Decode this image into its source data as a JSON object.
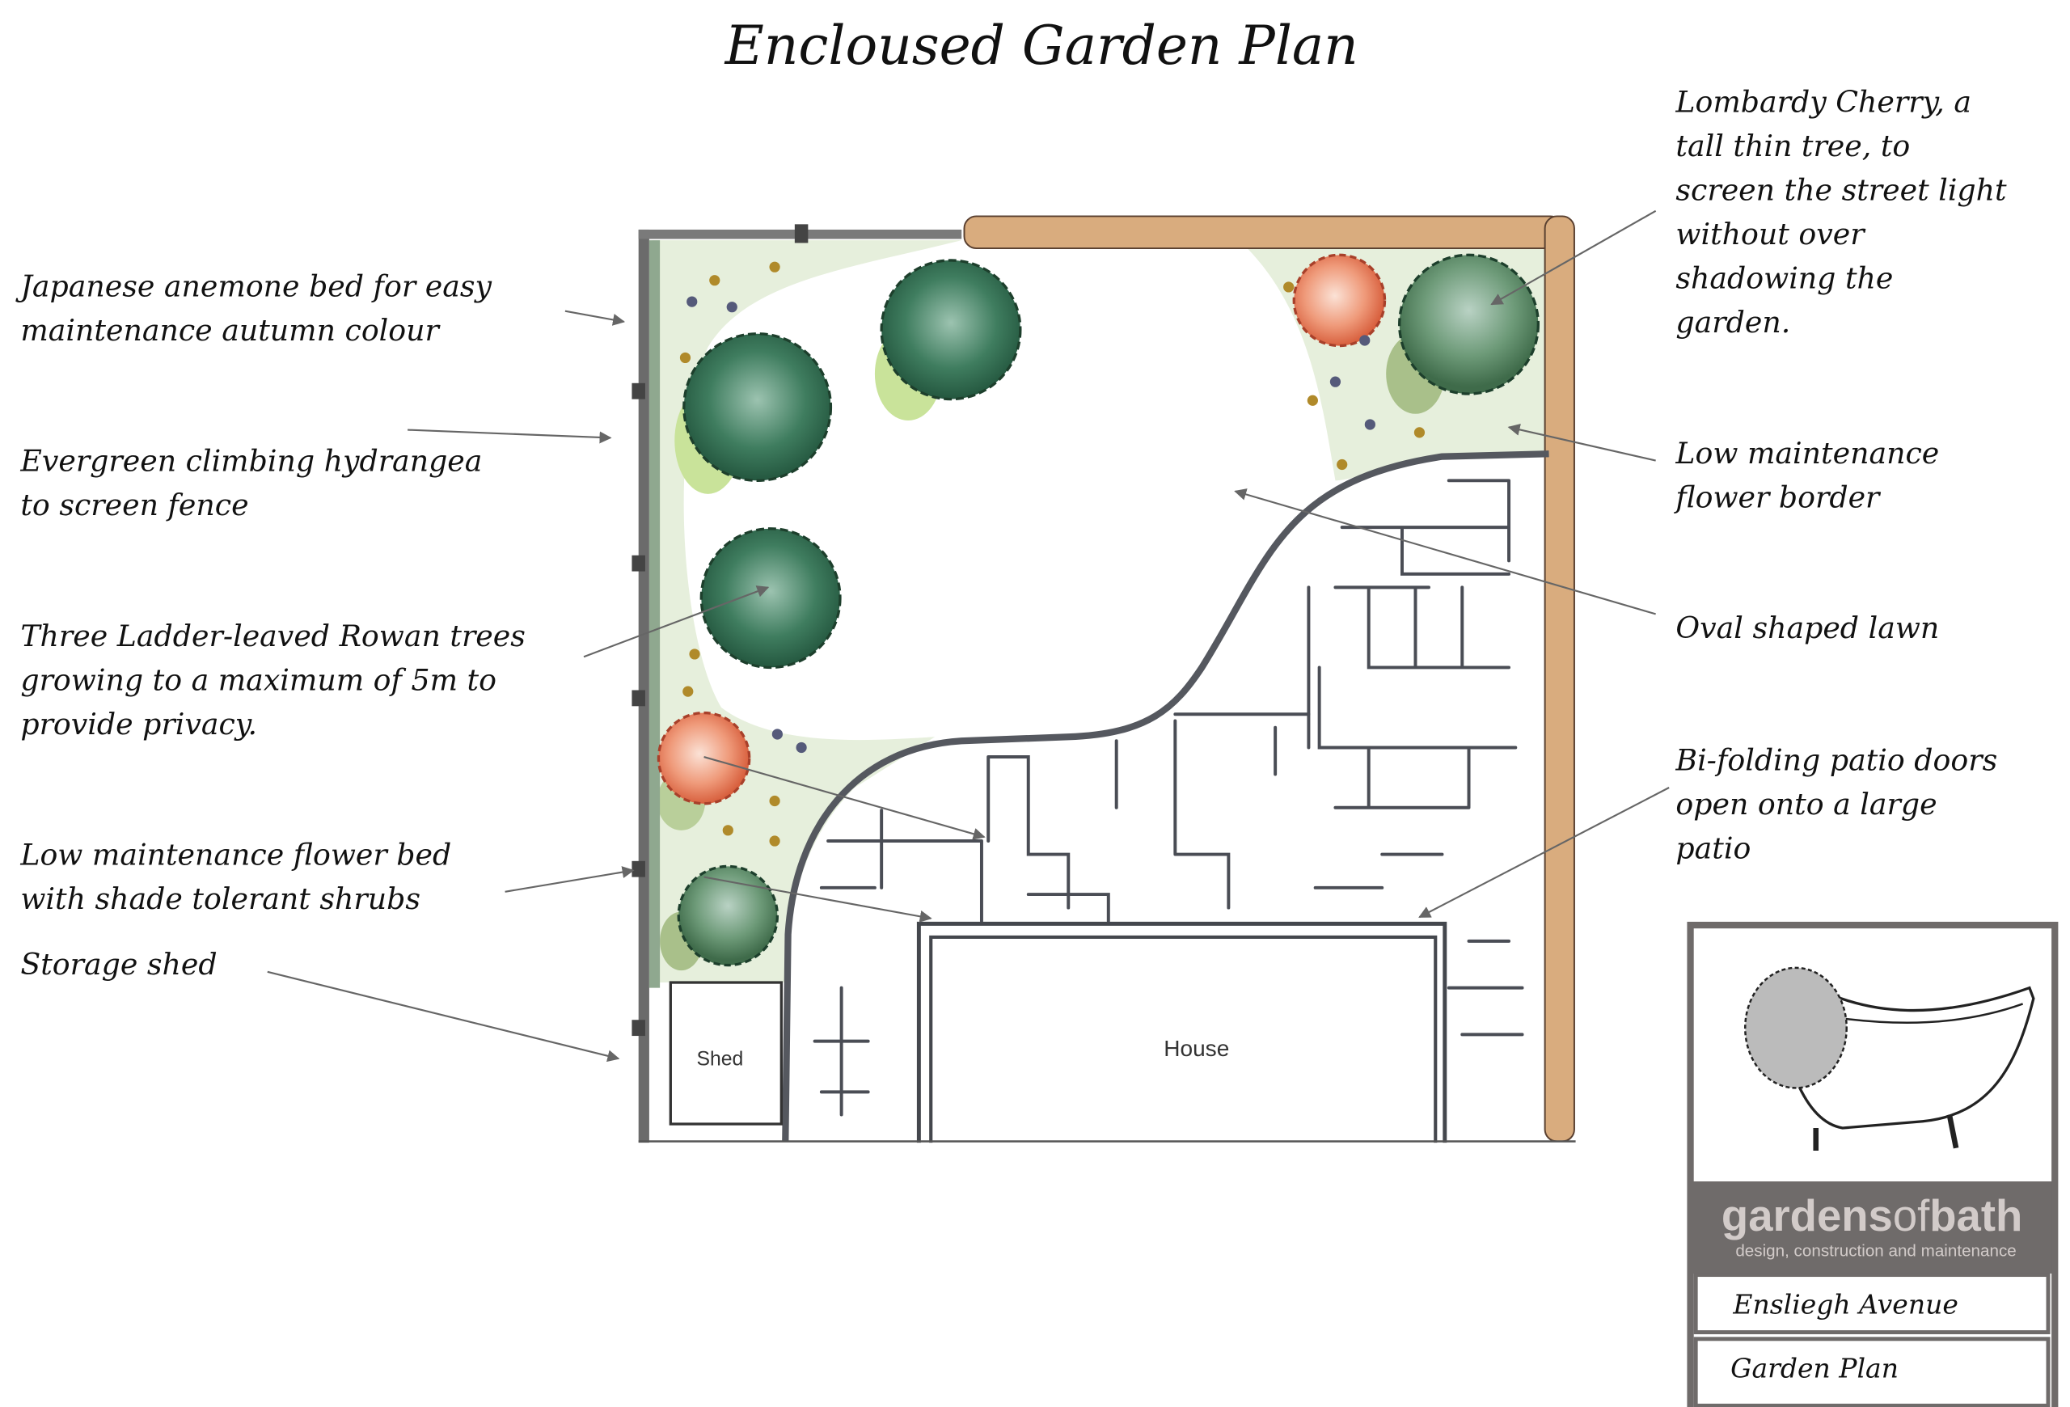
{
  "title": "Encloused Garden Plan",
  "plan": {
    "shed_label": "Shed",
    "house_label": "House"
  },
  "annotations": {
    "left": [
      {
        "lines": [
          "Japanese anemone bed for easy",
          "maintenance autumn colour"
        ]
      },
      {
        "lines": [
          "Evergreen climbing hydrangea",
          "to screen fence"
        ]
      },
      {
        "lines": [
          "Three Ladder-leaved Rowan trees",
          "growing to a maximum of 5m to",
          "provide privacy."
        ]
      },
      {
        "lines": [
          "Low maintenance flower bed",
          "with shade tolerant shrubs"
        ]
      },
      {
        "lines": [
          "Storage shed"
        ]
      }
    ],
    "right": [
      {
        "lines": [
          "Lombardy Cherry, a",
          "tall thin tree, to",
          "screen the street light",
          "without over",
          "shadowing the",
          "garden."
        ]
      },
      {
        "lines": [
          "Low maintenance",
          "flower border"
        ]
      },
      {
        "lines": [
          "Oval shaped lawn"
        ]
      },
      {
        "lines": [
          "Bi-folding patio doors",
          "open onto a large",
          "patio"
        ]
      }
    ]
  },
  "title_block": {
    "brand": "gardensofbath",
    "brand_parts": [
      "gardens",
      "of",
      "bath"
    ],
    "tagline": "design, construction and maintenance",
    "project": "Ensliegh Avenue",
    "sheet": "Garden Plan"
  },
  "colors": {
    "tree_dark": "#2f6b4f",
    "tree_light": "#5f8f6a",
    "shrub_orange": "#e98a6a",
    "bed_green": "#e3eed6",
    "brick": "#d6a87a",
    "logo_grey": "#6f6b6a",
    "logo_text": "#d2cbc9"
  }
}
